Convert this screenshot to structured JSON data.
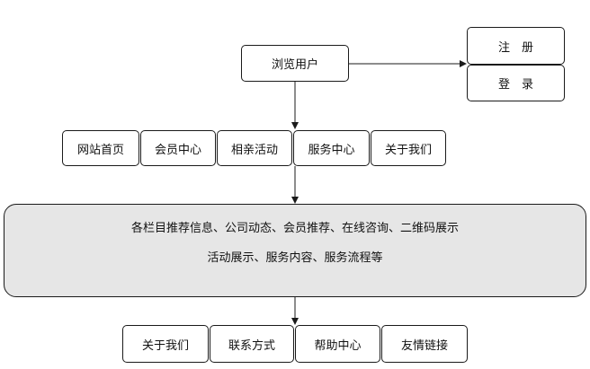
{
  "browse_user": "浏览用户",
  "auth": {
    "register": "注　册",
    "login": "登　录"
  },
  "nav": [
    "网站首页",
    "会员中心",
    "相亲活动",
    "服务中心",
    "关于我们"
  ],
  "content": {
    "line1": "各栏目推荐信息、公司动态、会员推荐、在线咨询、二维码展示",
    "line2": "活动展示、服务内容、服务流程等"
  },
  "footer": [
    "关于我们",
    "联系方式",
    "帮助中心",
    "友情链接"
  ]
}
